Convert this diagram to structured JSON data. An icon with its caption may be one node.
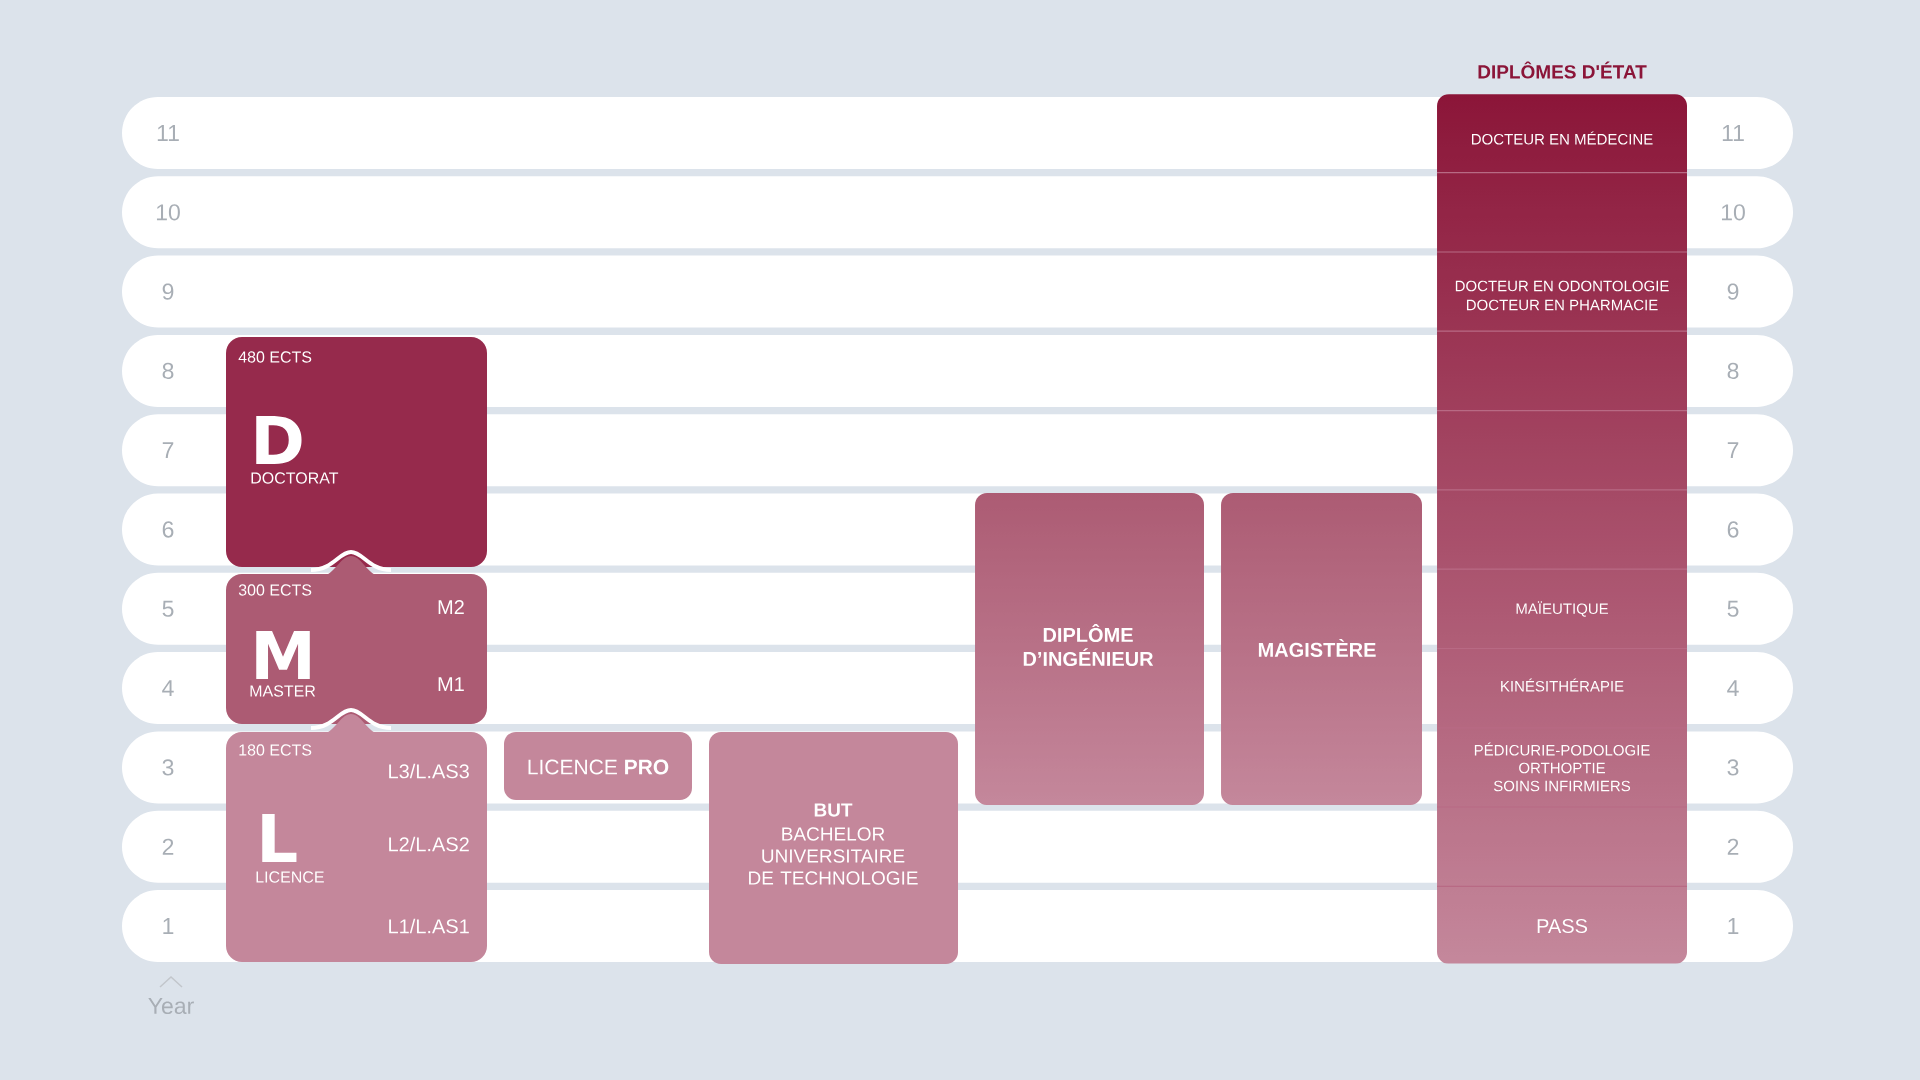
{
  "diagram": {
    "nodes": [
      {
        "text": [
          "480 ECTS",
          "D",
          "DOCTORAT"
        ]
      },
      {
        "text": [
          "300 ECTS",
          "M",
          "MASTER",
          "M2",
          "M1"
        ]
      },
      {
        "text": [
          "180 ECTS",
          "L",
          "LICENCE",
          "L3/L.AS3",
          "L2/L.AS2",
          "L1/L.AS1"
        ]
      },
      {
        "text": [
          "LICENCE **PRO**"
        ]
      },
      {
        "text": [
          "BUT",
          "BACHELOR UNIVERSITAIRE DE TECHNOLOGIE"
        ]
      },
      {
        "text": [
          "DIPLÔME D’INGÉNIEUR"
        ]
      },
      {
        "text": [
          "MAGISTÈRE"
        ]
      },
      {
        "text": [
          "DIPLÔMES D'ÉTAT",
          "DOCTEUR EN MÉDECINE",
          "DOCTEUR EN ODONTOLOGIE",
          "DOCTEUR EN PHARMACIE",
          "MAÏEUTIQUE",
          "KINÉSITHÉRAPIE",
          "PÉDICURIE-PODOLOGIE",
          "ORTHOPTIE",
          "SOINS INFIRMIERS",
          "PASS"
        ]
      }
    ],
    "labels": [
      "11",
      "11",
      "10",
      "10",
      "9",
      "9",
      "8",
      "8",
      "7",
      "7",
      "6",
      "6",
      "5",
      "5",
      "4",
      "4",
      "3",
      "3",
      "2",
      "2",
      "1",
      "1",
      "Year"
    ]
  }
}
